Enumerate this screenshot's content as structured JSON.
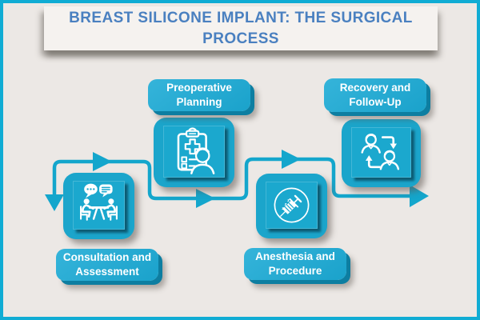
{
  "title": {
    "full": "BREAST SILICONE IMPLANT: THE SURGICAL PROCESS",
    "line1": "BREAST SILICONE IMPLANT: THE SURGICAL",
    "line2": "PROCESS"
  },
  "steps": [
    {
      "name": "Consultation and Assessment",
      "line1": "Consultation and",
      "line2": "Assessment",
      "icon": "consultation-discussion-icon",
      "label_position": "below-icon"
    },
    {
      "name": "Preoperative Planning",
      "line1": "Preoperative",
      "line2": "Planning",
      "icon": "clipboard-patient-icon",
      "label_position": "above-icon"
    },
    {
      "name": "Anesthesia and Procedure",
      "line1": "Anesthesia and",
      "line2": "Procedure",
      "icon": "syringe-sleep-icon",
      "label_position": "below-icon",
      "zzz": [
        "z",
        "z",
        "z"
      ]
    },
    {
      "name": "Recovery and Follow-Up",
      "line1": "Recovery and",
      "line2": "Follow-Up",
      "icon": "patient-followup-cycle-icon",
      "label_position": "above-icon"
    }
  ],
  "colors": {
    "teal": "#1BA5CB",
    "teal_dark_edge": "#0D7EA1",
    "flow_line": "#14A6CC",
    "title_text": "#4A80C0",
    "title_box_bg": "#F5F2EF",
    "page_bg": "#ECE8E5",
    "border": "#10ACD4",
    "icon_art": "#FFFFFF",
    "label_text": "#FFFFFF"
  }
}
